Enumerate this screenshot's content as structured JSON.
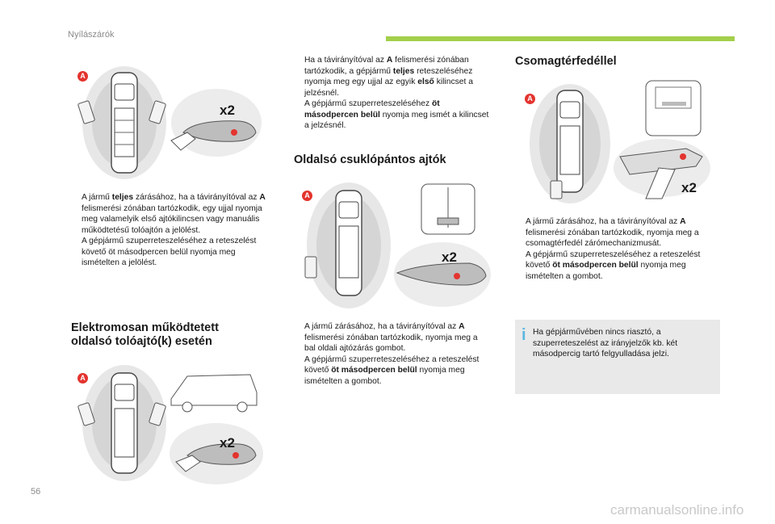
{
  "header": {
    "section": "Nyílászárók",
    "accent_color": "#a3cf4a"
  },
  "footer": {
    "page_number": "56",
    "watermark": "carmanualsonline.info"
  },
  "zone_badge": "A",
  "press_label": "x2",
  "col1": {
    "p1": [
      {
        "pre": "A jármű ",
        "bold": "teljes",
        "post": " zárásához, ha a távirányítóval az ",
        "bold2": "A",
        "post2": " felismerési zónában tartózkodik, egy ujjal nyomja meg valamelyik első ajtókilincsen vagy manuális működtetésű tolóajtón a jelölést."
      },
      {
        "pre": "A gépjármű szuperreteszeléséhez a reteszelést követő öt másodpercen belül nyomja meg ismételten a jelölést."
      }
    ],
    "heading2": "Elektromosan működtetett oldalsó tolóajtó(k) esetén"
  },
  "col2": {
    "p1": [
      {
        "pre": "Ha a távirányítóval az ",
        "bold": "A",
        "post": " felismerési zónában tartózkodik, a gépjármű ",
        "bold2": "teljes",
        "post2": " reteszeléséhez nyomja meg egy ujjal az egyik ",
        "bold3": "első",
        "post3": " kilincset a jelzésnél."
      },
      {
        "pre": "A gépjármű szuperreteszeléséhez ",
        "bold": "öt másodpercen belül",
        "post": " nyomja meg ismét a kilincset a jelzésnél."
      }
    ],
    "heading": "Oldalsó csuklópántos ajtók",
    "p2": [
      {
        "pre": "A jármű zárásához, ha a távirányítóval az ",
        "bold": "A",
        "post": " felismerési zónában tartózkodik, nyomja meg a bal oldali ajtózárás gombot."
      },
      {
        "pre": "A gépjármű szuperreteszeléséhez a reteszelést követő ",
        "bold": "öt másodpercen belül",
        "post": " nyomja meg ismételten a gombot."
      }
    ]
  },
  "col3": {
    "heading": "Csomagtérfedéllel",
    "p1": [
      {
        "pre": "A jármű zárásához, ha a távirányítóval az ",
        "bold": "A",
        "post": " felismerési zónában tartózkodik, nyomja meg a csomagtérfedél zárómechanizmusát."
      },
      {
        "pre": "A gépjármű szuperreteszeléséhez a reteszelést követő ",
        "bold": "öt másodpercen belül",
        "post": " nyomja meg ismételten a gombot."
      }
    ],
    "info": "Ha gépjárművében nincs riasztó, a szuperreteszelést az irányjelzők kb. két másodpercig tartó felgyulladása jelzi."
  },
  "bullet_glyph": "",
  "badge_color": "#e3342f"
}
